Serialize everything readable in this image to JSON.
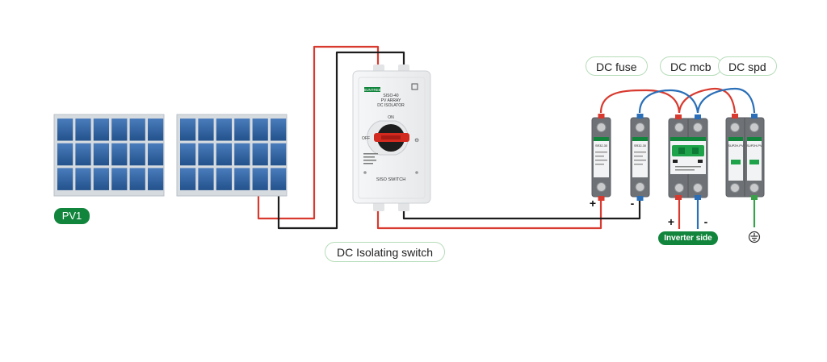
{
  "labels": {
    "pv1": "PV1",
    "dc_fuse": "DC fuse",
    "dc_mcb": "DC mcb",
    "dc_spd": "DC spd",
    "dc_isolating_switch": "DC Isolating switch",
    "inverter_side": "Inverter side"
  },
  "isolator": {
    "brand": "SUNTREE",
    "model": "SISO-40",
    "line1": "PV ARRAY",
    "line2": "DC ISOLATOR",
    "on": "ON",
    "off": "OFF",
    "bottom": "SISO SWITCH"
  },
  "device_brand": "SUNTREE",
  "fuse_model": "SR32-30",
  "spd_model": "SUP2H-PV",
  "polarity": {
    "plus": "+",
    "minus": "-"
  },
  "colors": {
    "positive_wire": "#d83a2f",
    "negative_wire": "#1c1c1c",
    "mcb_wire": "#2a6fb8",
    "earth_wire": "#3aa04a",
    "brand_green": "#12853d",
    "panel_cell": "#2f5f9a"
  }
}
